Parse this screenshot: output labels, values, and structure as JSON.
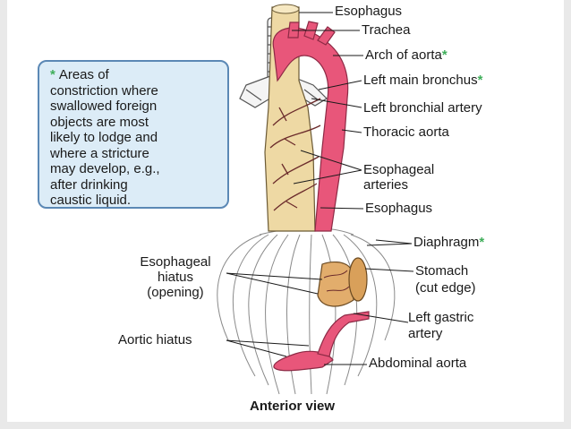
{
  "labels": {
    "esophagus_top": "Esophagus",
    "trachea": "Trachea",
    "arch_of_aorta": "Arch of aorta",
    "left_main_bronchus": "Left main bronchus",
    "left_bronchial_artery": "Left bronchial artery",
    "thoracic_aorta": "Thoracic aorta",
    "esophageal_arteries_1": "Esophageal",
    "esophageal_arteries_2": "arteries",
    "esophagus_bottom": "Esophagus",
    "diaphragm": "Diaphragm",
    "esophageal_hiatus_1": "Esophageal",
    "esophageal_hiatus_2": "hiatus",
    "esophageal_hiatus_3": "(opening)",
    "stomach_1": "Stomach",
    "stomach_2": "(cut edge)",
    "left_gastric_artery_1": "Left gastric",
    "left_gastric_artery_2": "artery",
    "aortic_hiatus": "Aortic hiatus",
    "abdominal_aorta": "Abdominal aorta",
    "caption": "Anterior view",
    "asterisk": "*"
  },
  "callout": {
    "lines": [
      "Areas of",
      "constriction where",
      "swallowed foreign",
      "objects are most",
      "likely to lodge and",
      "where a stricture",
      "may develop, e.g.,",
      "after drinking",
      "caustic liquid."
    ]
  },
  "colors": {
    "esophagus": "#eed9a4",
    "aorta": "#e8567a",
    "bronchus": "#f4f4f4",
    "stomach": "#d9a05a",
    "callout_bg": "#dcecf7",
    "callout_border": "#5b88b5",
    "asterisk": "#3fae5a"
  }
}
